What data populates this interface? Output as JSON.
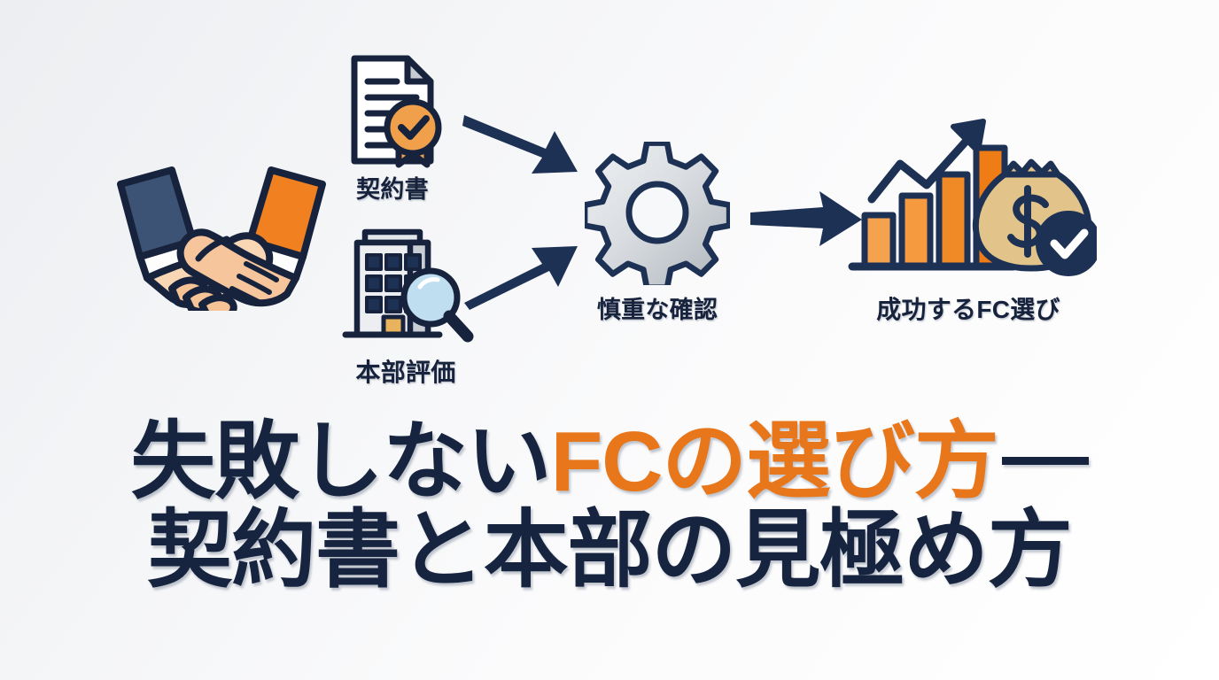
{
  "title": {
    "line1_prefix": "失敗しない",
    "line1_accent": "FCの選び方",
    "line1_dash": "—",
    "line2": "契約書と本部の見極め方",
    "navy": "#16243f",
    "orange": "#e8761a"
  },
  "flow": {
    "nodes": [
      {
        "id": "handshake",
        "icon": "handshake-icon",
        "label": ""
      },
      {
        "id": "contract",
        "icon": "contract-document-icon",
        "label": "契約書"
      },
      {
        "id": "hq",
        "icon": "building-magnifier-icon",
        "label": "本部評価"
      },
      {
        "id": "review",
        "icon": "gear-icon",
        "label": "慎重な確認"
      },
      {
        "id": "success",
        "icon": "growth-chart-money-icon",
        "label": "成功するFC選び"
      }
    ],
    "arrows": [
      {
        "id": "arrow-contract-to-gear",
        "icon": "arrow-down-right-icon"
      },
      {
        "id": "arrow-hq-to-gear",
        "icon": "arrow-up-right-icon"
      },
      {
        "id": "arrow-gear-to-success",
        "icon": "arrow-right-icon"
      }
    ]
  },
  "palette": {
    "background_start": "#eceef1",
    "background_end": "#ffffff",
    "navy": "#17233d",
    "navy_deep": "#16243f",
    "orange": "#e8761a",
    "orange_light": "#f5a24f",
    "orange_bar": "#f07c1e",
    "skin": "#f7cfa9",
    "skin_light": "#fadfc5",
    "gray_light": "#e4e7ea",
    "gray_mid": "#b9bec4",
    "money_tan": "#e2c48a",
    "magnifier_glass": "#bfdff0"
  }
}
